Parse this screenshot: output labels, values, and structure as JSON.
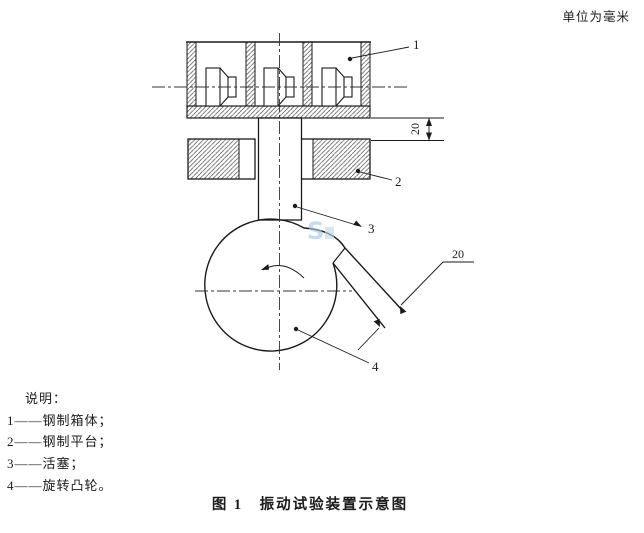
{
  "unit_note": "单位为毫米",
  "figure": {
    "caption": "图 1　振动试验装置示意图",
    "callouts": {
      "box_label": "1",
      "platform_label": "2",
      "piston_label": "3",
      "cam_label": "4"
    },
    "dimensions": {
      "gap_between_box_and_platform": "20",
      "cam_lobe_width": "20"
    }
  },
  "legend": {
    "title": "说明：",
    "items": [
      {
        "label": "1——钢制箱体；"
      },
      {
        "label": "2——钢制平台；"
      },
      {
        "label": "3——活塞；"
      },
      {
        "label": "4——旋转凸轮。"
      }
    ]
  },
  "watermark_text": "S",
  "colors": {
    "line": "#1a1a1a",
    "hatch": "#444444",
    "watermark_blue": "#a9c9e2"
  }
}
